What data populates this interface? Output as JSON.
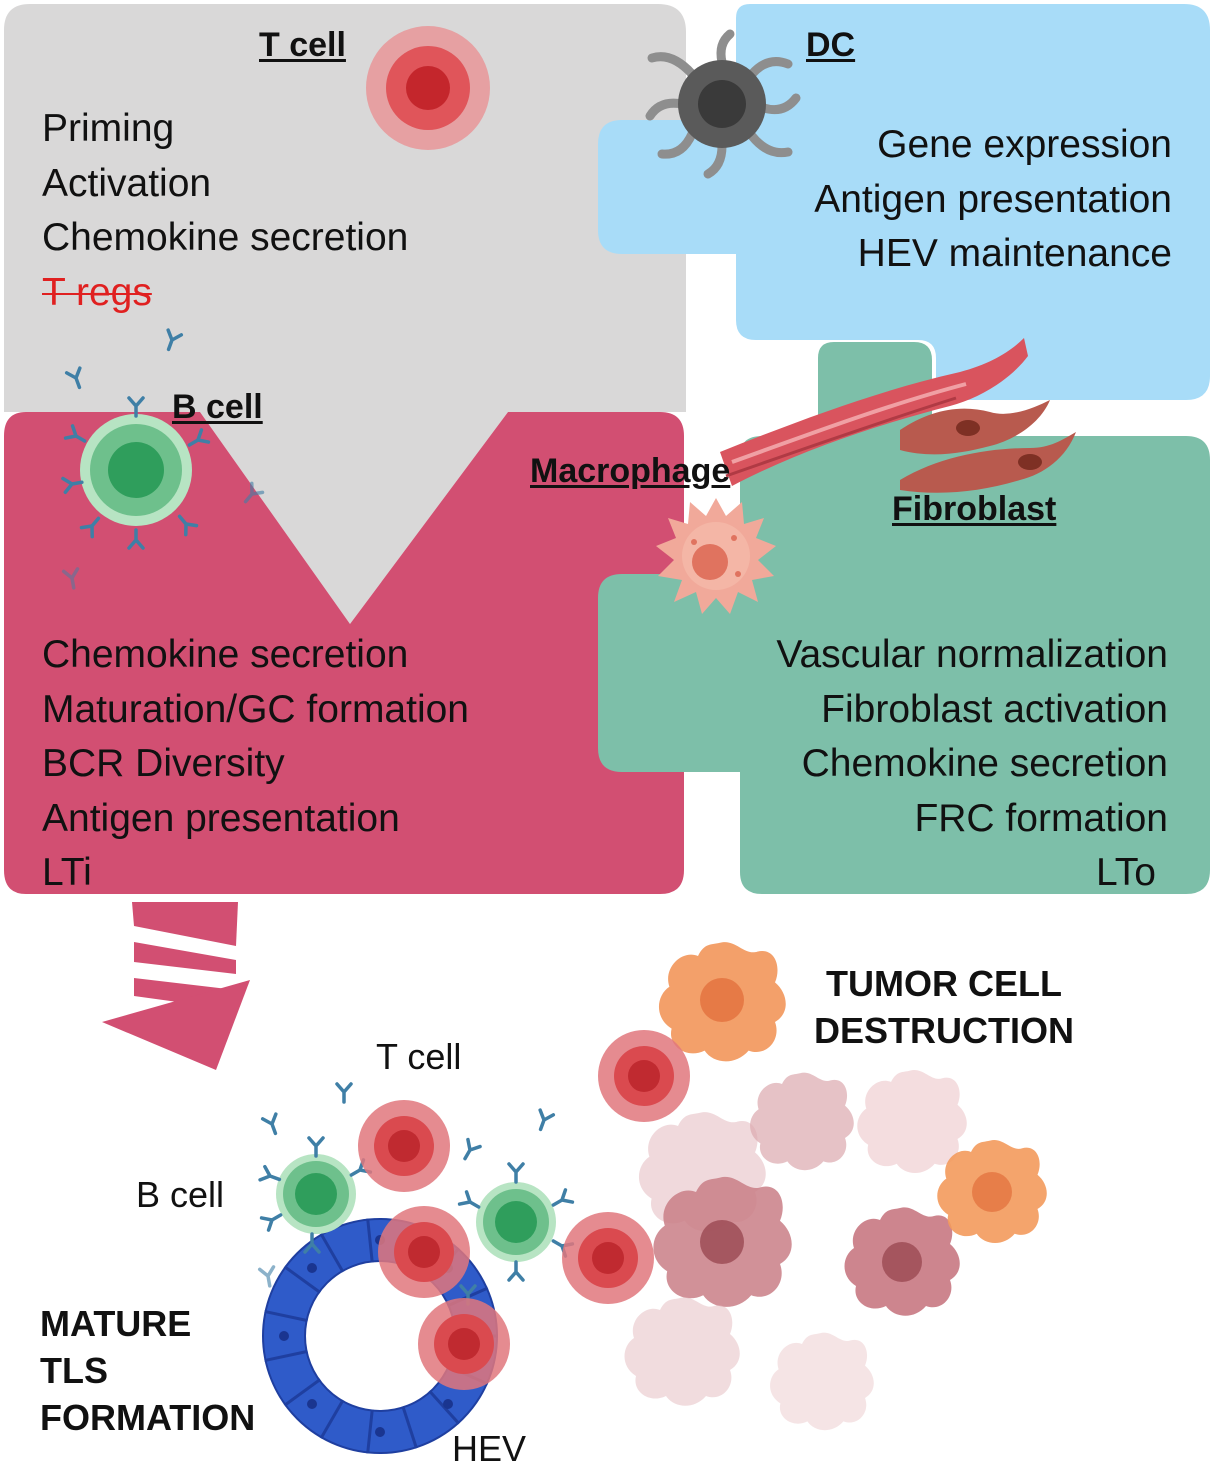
{
  "colors": {
    "tcell_panel": "#d9d8d8",
    "dc_panel": "#a8dcf8",
    "bcell_panel": "#d24f72",
    "fibroblast_panel": "#7dbfa9",
    "tcell": "#d93030",
    "bcell": "#2f9e5c",
    "hev": "#2f5bc9",
    "tumor": "#c4707a",
    "tumor_active": "#f39a5c",
    "antibody": "#3f7fa6",
    "strike_text": "#e02020"
  },
  "panels": {
    "tcell": {
      "title": "T cell",
      "items": [
        "Priming",
        "Activation",
        "Chemokine secretion"
      ],
      "struck_item": "T regs"
    },
    "dc": {
      "title": "DC",
      "items": [
        "Gene expression",
        "Antigen presentation",
        "HEV maintenance"
      ]
    },
    "bcell": {
      "title": "B cell",
      "items": [
        "Chemokine secretion",
        "Maturation/GC formation",
        "BCR Diversity",
        "Antigen presentation",
        "LTi"
      ]
    },
    "fibroblast": {
      "title": "Fibroblast",
      "items": [
        "Vascular normalization",
        "Fibroblast activation",
        "Chemokine secretion",
        "FRC formation",
        "LTo"
      ]
    },
    "macrophage": {
      "title": "Macrophage"
    }
  },
  "bottom": {
    "tumor_label_line1": "TUMOR CELL",
    "tumor_label_line2": "DESTRUCTION",
    "tls_label_line1": "MATURE",
    "tls_label_line2": "TLS",
    "tls_label_line3": "FORMATION",
    "tcell_label": "T cell",
    "bcell_label": "B cell",
    "hev_label": "HEV"
  },
  "icons": {
    "tcell": "t-cell-icon",
    "bcell": "b-cell-icon",
    "dc": "dendritic-cell-icon",
    "macrophage": "macrophage-icon",
    "fibroblast": "fibroblast-icon",
    "antibody": "antibody-icon",
    "hev": "hev-vessel-icon",
    "tumor": "tumor-cell-icon",
    "arrow": "down-arrow-icon"
  }
}
